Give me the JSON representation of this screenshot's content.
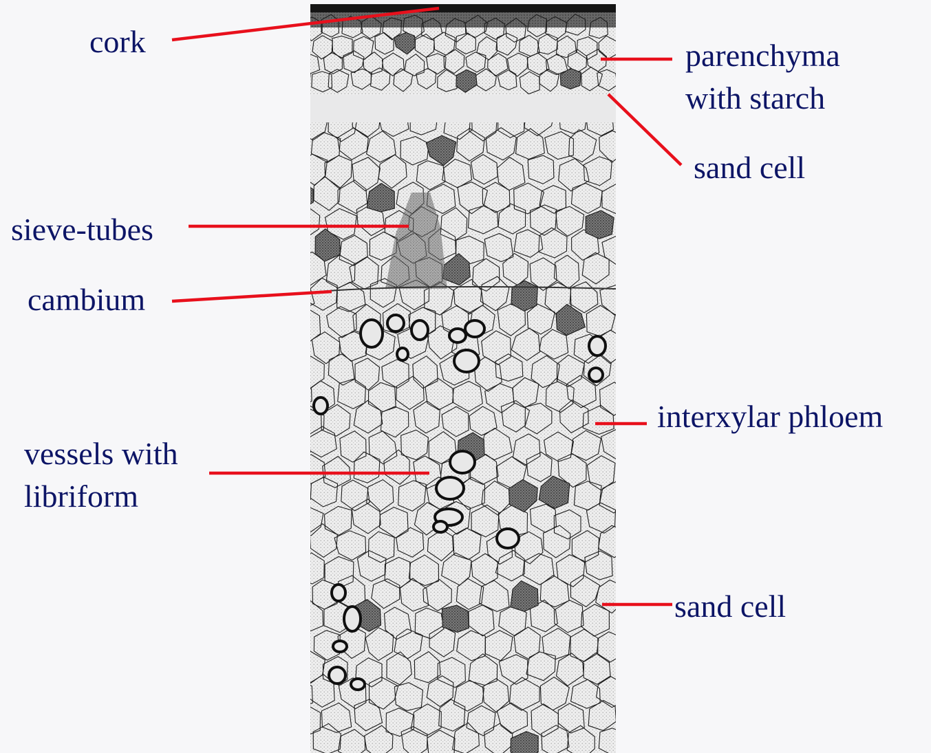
{
  "diagram": {
    "label_color": "#0d1566",
    "leader_color": "#e8101c",
    "labels": {
      "cork": "cork",
      "parenchyma_line1": "parenchyma",
      "parenchyma_line2": "with starch",
      "sand_cell_upper": "sand cell",
      "sieve_tubes": "sieve-tubes",
      "cambium": "cambium",
      "interxylar_phloem": "interxylar phloem",
      "vessels_line1": "vessels with",
      "vessels_line2": "libriform",
      "sand_cell_lower": "sand cell"
    }
  }
}
